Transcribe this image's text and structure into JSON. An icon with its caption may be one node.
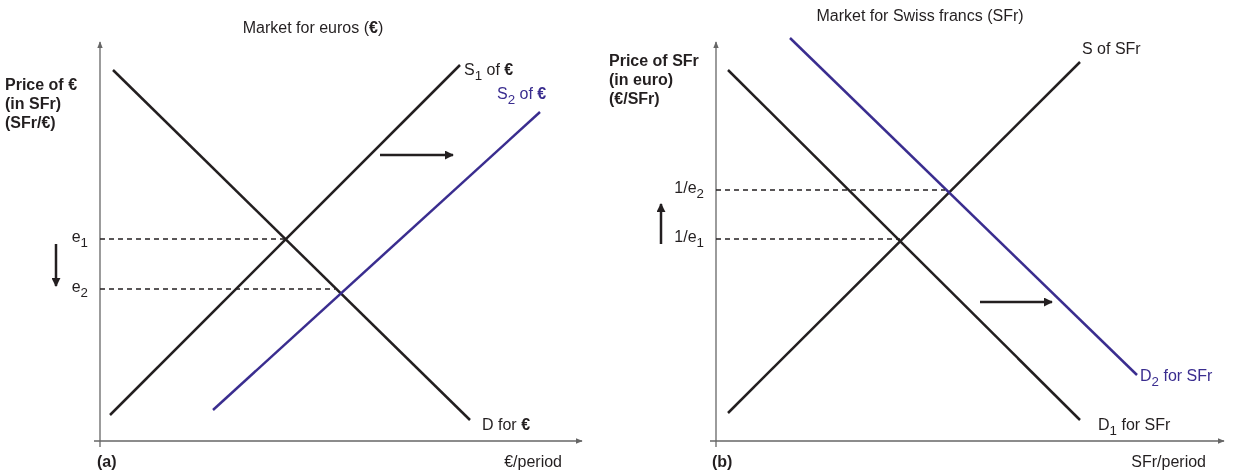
{
  "diagram": {
    "labels": [
      "Market for euros (**€**)",
      "Price of € (in SFr) (SFr/€)",
      "S$_{1}$ of **€**",
      "S$_{2}$ of **€**",
      "e$_{1}$",
      "e$_{2}$",
      "D for **€**",
      "(a)",
      "€/period",
      "Market for Swiss francs (SFr)",
      "Price of SFr (in euro) (€/SFr)",
      "S of SFr",
      "1/e$_{2}$",
      "1/e$_{1}$",
      "D$_{2}$ for SFr",
      "D$_{1}$ for SFr",
      "(b)",
      "SFr/period"
    ]
  }
}
